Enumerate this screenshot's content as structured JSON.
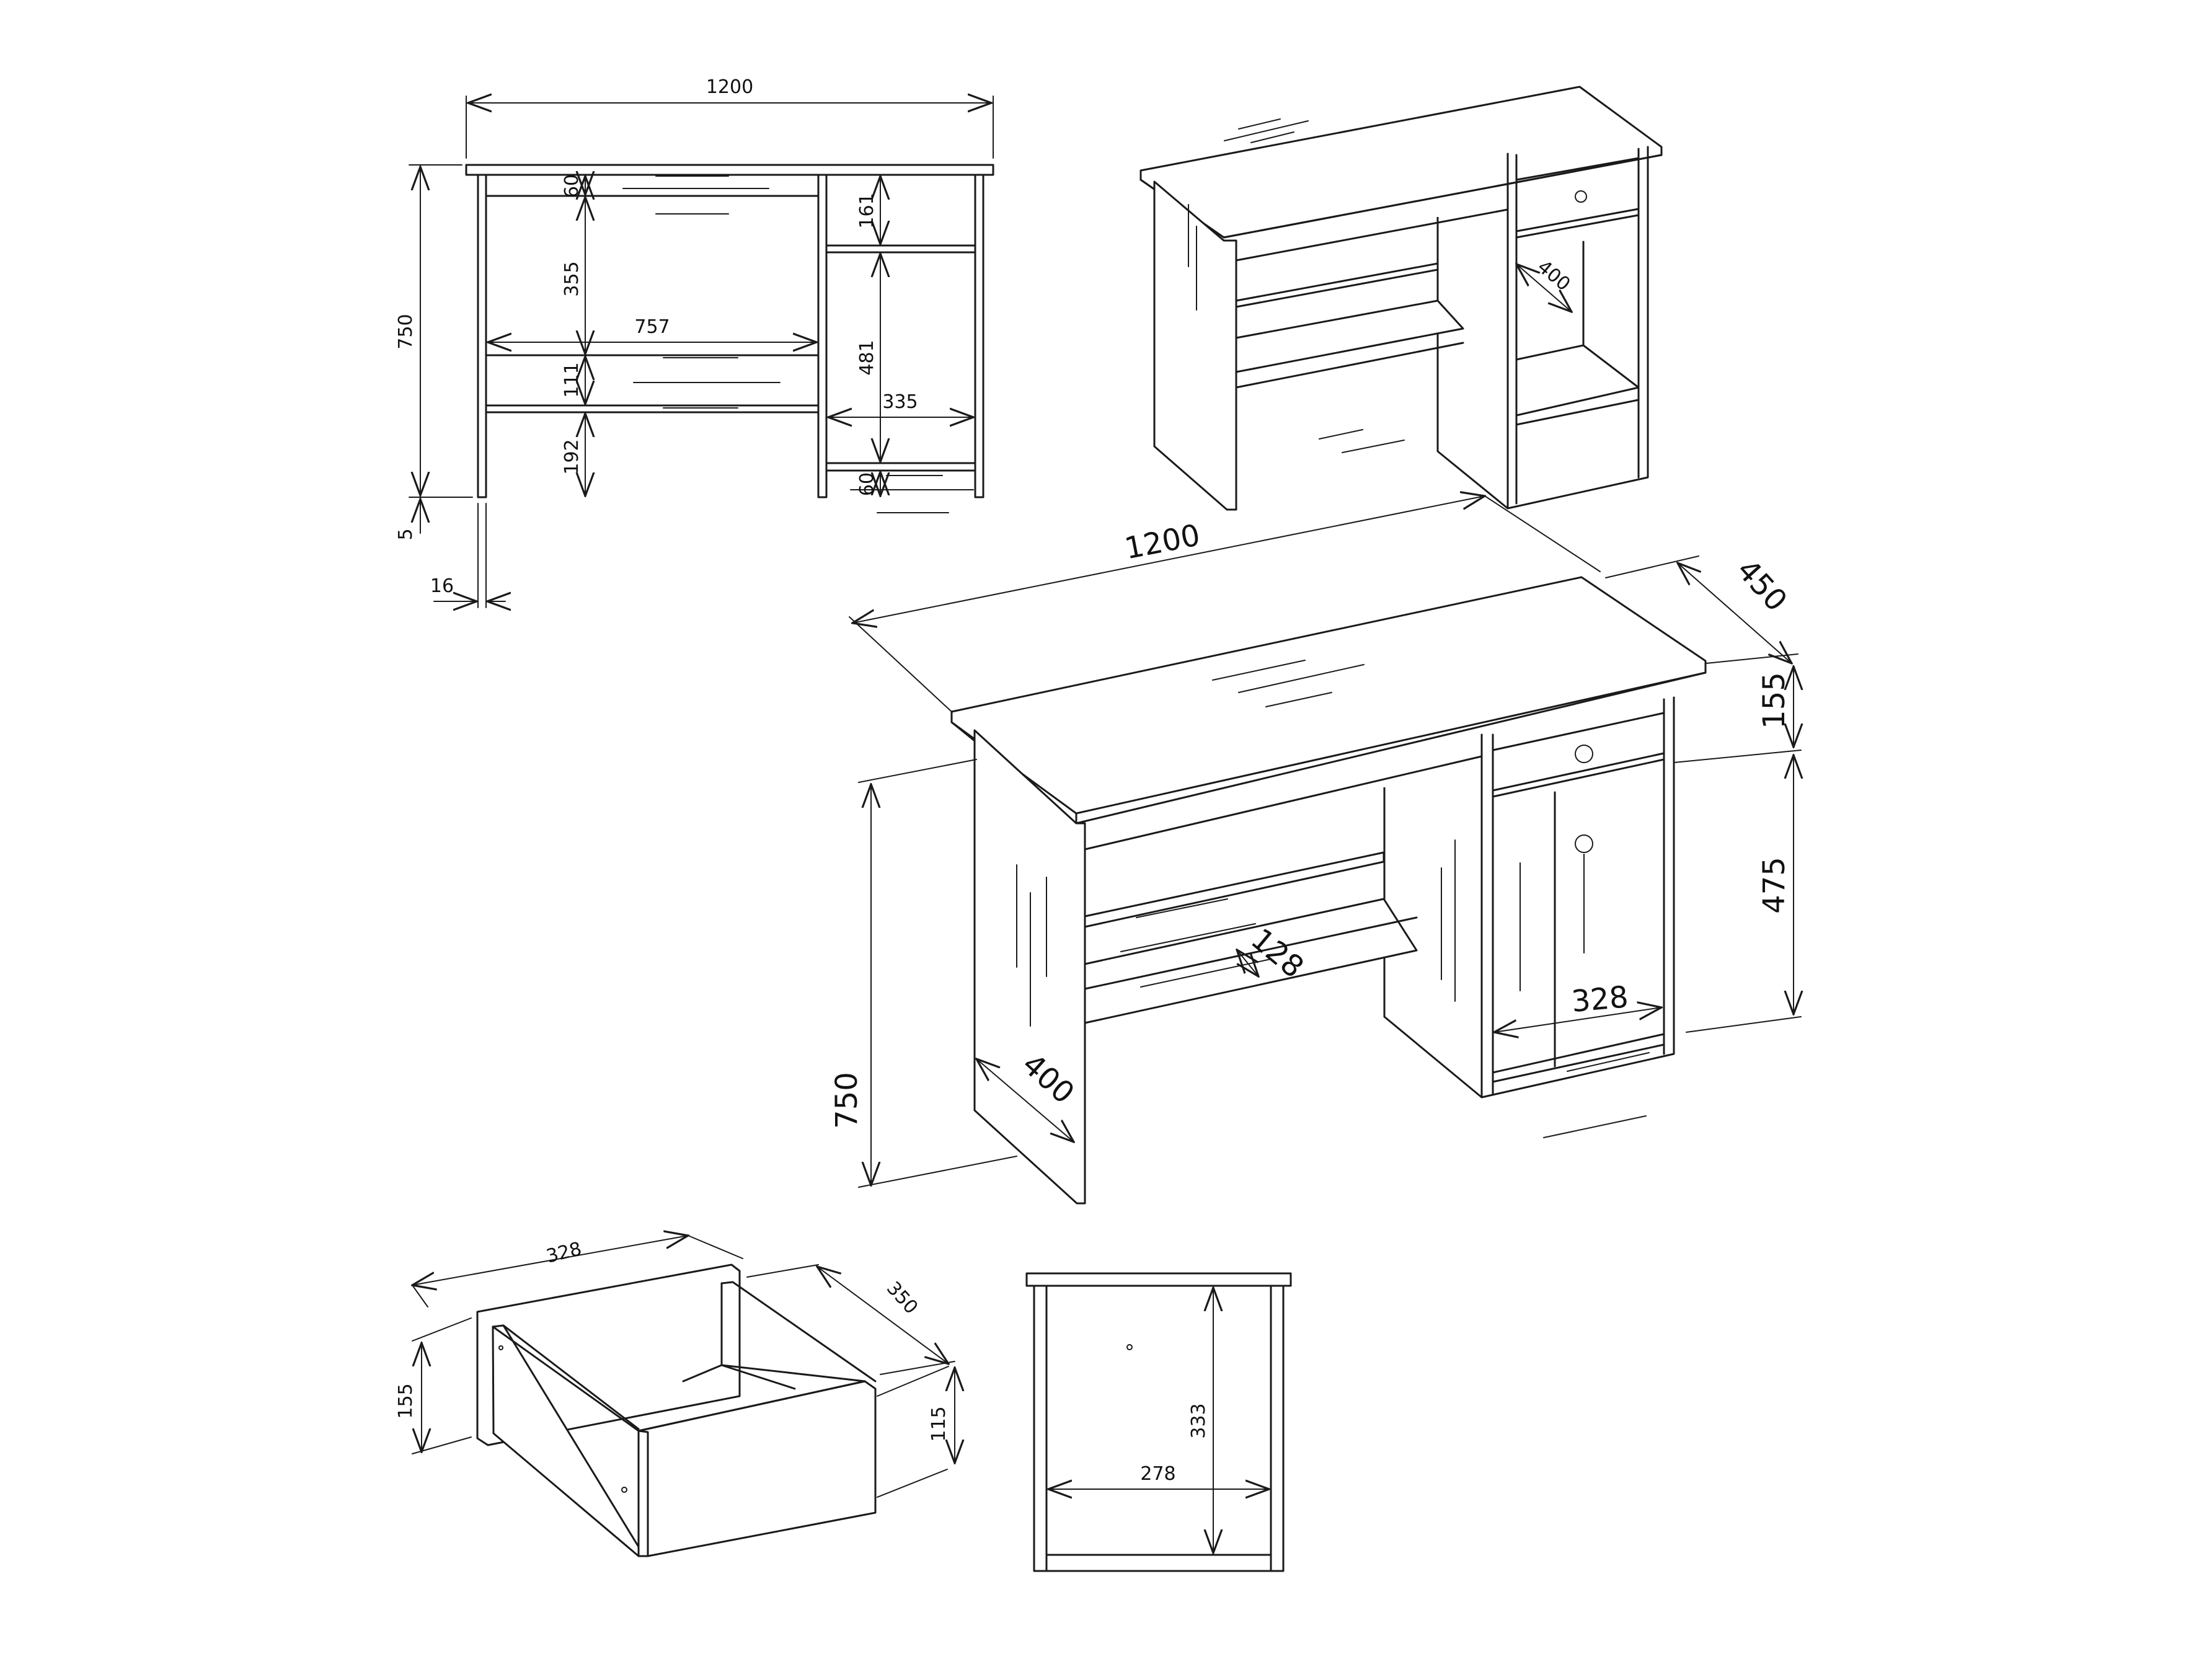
{
  "drawing": {
    "title": "Desk assembly dimension drawing",
    "units": "mm",
    "colors": {
      "line": "#1a1a1a",
      "background": "#ffffff"
    }
  },
  "front_view": {
    "overall_width": "1200",
    "overall_height": "750",
    "foot_gap": "5",
    "panel_thickness": "16",
    "top_rail_height": "60",
    "open_shelf_height": "355",
    "inner_width_left": "757",
    "shelf_rail_height": "111",
    "bottom_clearance": "192",
    "drawer_opening_height": "161",
    "cabinet_opening_height": "481",
    "cabinet_inner_width": "335",
    "cabinet_plinth_height": "60"
  },
  "iso_small": {
    "cabinet_depth": "400"
  },
  "iso_main": {
    "width": "1200",
    "depth": "450",
    "height": "750",
    "drawer_height": "155",
    "door_height": "475",
    "door_width": "328",
    "side_panel_depth": "400",
    "shelf_depth": "128"
  },
  "drawer": {
    "front_width": "328",
    "depth": "350",
    "front_height": "155",
    "box_height": "115"
  },
  "cabinet_interior": {
    "inner_height": "333",
    "inner_width": "278"
  }
}
